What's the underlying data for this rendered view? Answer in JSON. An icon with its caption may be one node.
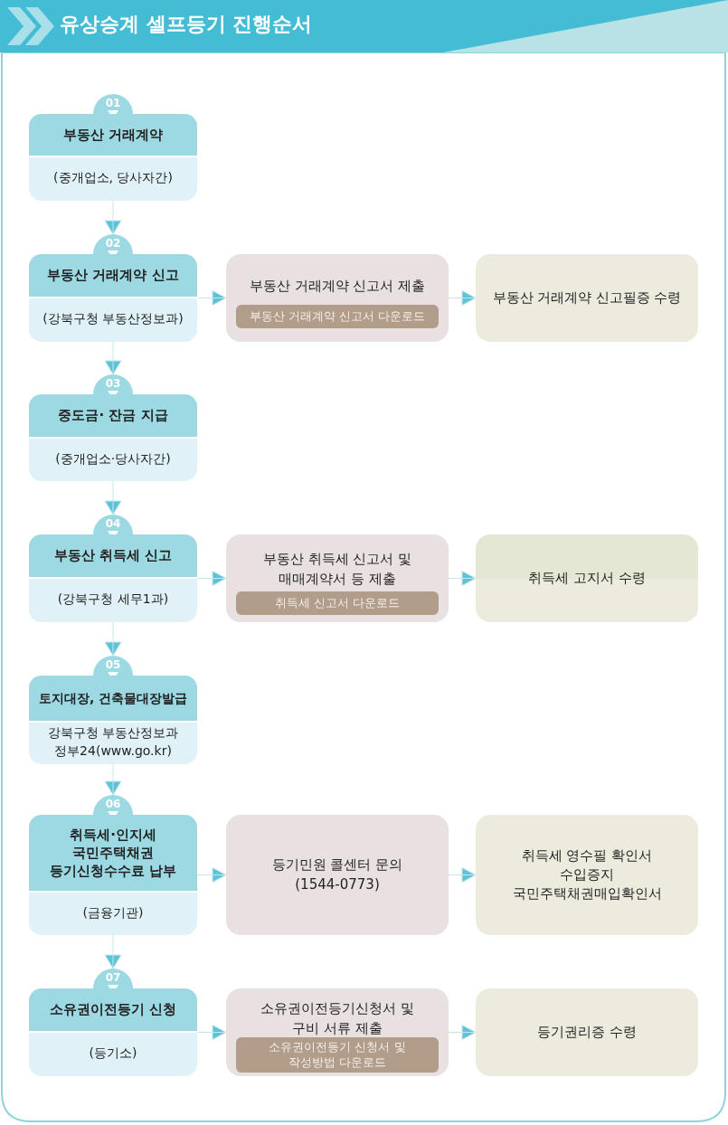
{
  "diagram": {
    "title": "유상승계 셀프등기 진행순서",
    "nodes": [
      {
        "text": [
          "부동산 거래계약",
          "(중개업소, 당사자간)"
        ],
        "beside": [
          "01"
        ]
      },
      {
        "text": [
          "부동산 거래계약 신고",
          "(강북구청 부동산정보과)"
        ],
        "beside": [
          "02"
        ]
      },
      {
        "text": [
          "부동산 거래계약 신고서 제출"
        ]
      },
      {
        "text": [
          "부동산 거래계약 신고서 다운로드"
        ],
        "in": 2
      },
      {
        "text": [
          "부동산 거래계약 신고필증 수령"
        ]
      },
      {
        "text": [
          "중도금· 잔금 지급",
          "(중개업소·당사자간)"
        ],
        "beside": [
          "03"
        ]
      },
      {
        "text": [
          "부동산 취득세 신고",
          "(강북구청 세무1과)"
        ],
        "beside": [
          "04"
        ]
      },
      {
        "text": [
          "부동산 취득세 신고서 및 매매계약서 등 제출"
        ]
      },
      {
        "text": [
          "취득세 신고서 다운로드"
        ],
        "in": 7
      },
      {
        "text": [
          "취득세 고지서 수령"
        ]
      },
      {
        "text": [
          "토지대장, 건축물대장발급",
          "강북구청 부동산정보과",
          "정부24(www.go.kr)"
        ],
        "beside": [
          "05"
        ]
      },
      {
        "text": [
          "취득세·인지세 국민주택채권 등기신청수수료 납부",
          "(금융기관)"
        ],
        "beside": [
          "06"
        ]
      },
      {
        "text": [
          "등기민원 콜센터 문의 (1544-0773)"
        ]
      },
      {
        "text": [
          "취득세 영수필 확인서 수입증지 국민주택채권매입확인서"
        ]
      },
      {
        "text": [
          "소유권이전등기 신청",
          "(등기소)"
        ],
        "beside": [
          "07"
        ]
      },
      {
        "text": [
          "소유권이전등기신청서 및 구비 서류 제출"
        ]
      },
      {
        "text": [
          "소유권이전등기 신청서 및 작성방법 다운로드"
        ],
        "in": 15
      },
      {
        "text": [
          "등기권리증 수령"
        ]
      }
    ],
    "edges": [
      {
        "from": 0,
        "to": 1,
        "arrow": "to"
      },
      {
        "from": 1,
        "to": 2,
        "arrow": "to"
      },
      {
        "from": 2,
        "to": 4,
        "arrow": "to"
      },
      {
        "from": 1,
        "to": 5,
        "arrow": "to"
      },
      {
        "from": 5,
        "to": 6,
        "arrow": "to"
      },
      {
        "from": 6,
        "to": 7,
        "arrow": "to"
      },
      {
        "from": 7,
        "to": 9,
        "arrow": "to"
      },
      {
        "from": 6,
        "to": 10,
        "arrow": "to"
      },
      {
        "from": 10,
        "to": 11,
        "arrow": "to"
      },
      {
        "from": 11,
        "to": 12,
        "arrow": "to"
      },
      {
        "from": 12,
        "to": 13,
        "arrow": "to"
      },
      {
        "from": 11,
        "to": 14,
        "arrow": "to"
      },
      {
        "from": 14,
        "to": 15,
        "arrow": "to"
      },
      {
        "from": 15,
        "to": 17,
        "arrow": "to"
      }
    ]
  }
}
